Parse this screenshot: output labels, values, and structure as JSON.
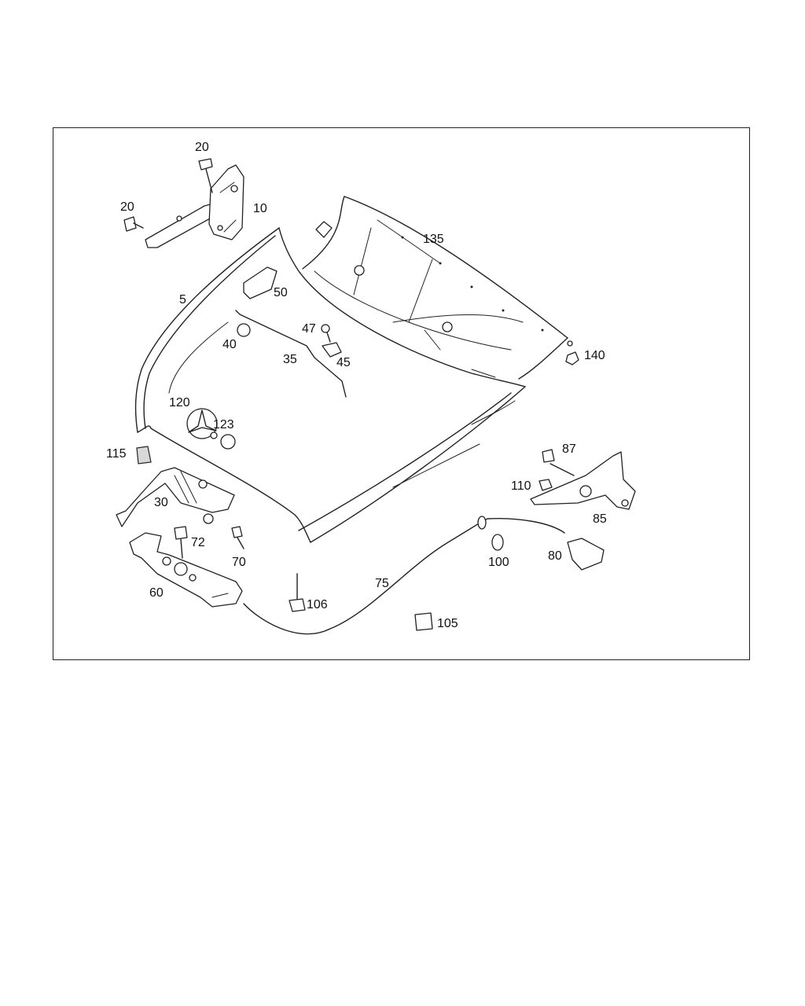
{
  "diagram": {
    "callouts": [
      {
        "id": "c20a",
        "text": "20"
      },
      {
        "id": "c20b",
        "text": "20"
      },
      {
        "id": "c10",
        "text": "10"
      },
      {
        "id": "c135",
        "text": "135"
      },
      {
        "id": "c5",
        "text": "5"
      },
      {
        "id": "c50",
        "text": "50"
      },
      {
        "id": "c47",
        "text": "47"
      },
      {
        "id": "c40",
        "text": "40"
      },
      {
        "id": "c35",
        "text": "35"
      },
      {
        "id": "c45",
        "text": "45"
      },
      {
        "id": "c140",
        "text": "140"
      },
      {
        "id": "c120",
        "text": "120"
      },
      {
        "id": "c123",
        "text": "123"
      },
      {
        "id": "c115",
        "text": "115"
      },
      {
        "id": "c87",
        "text": "87"
      },
      {
        "id": "c110",
        "text": "110"
      },
      {
        "id": "c30",
        "text": "30"
      },
      {
        "id": "c85",
        "text": "85"
      },
      {
        "id": "c72",
        "text": "72"
      },
      {
        "id": "c70",
        "text": "70"
      },
      {
        "id": "c100",
        "text": "100"
      },
      {
        "id": "c80",
        "text": "80"
      },
      {
        "id": "c75",
        "text": "75"
      },
      {
        "id": "c60",
        "text": "60"
      },
      {
        "id": "c106",
        "text": "106"
      },
      {
        "id": "c105",
        "text": "105"
      }
    ]
  }
}
